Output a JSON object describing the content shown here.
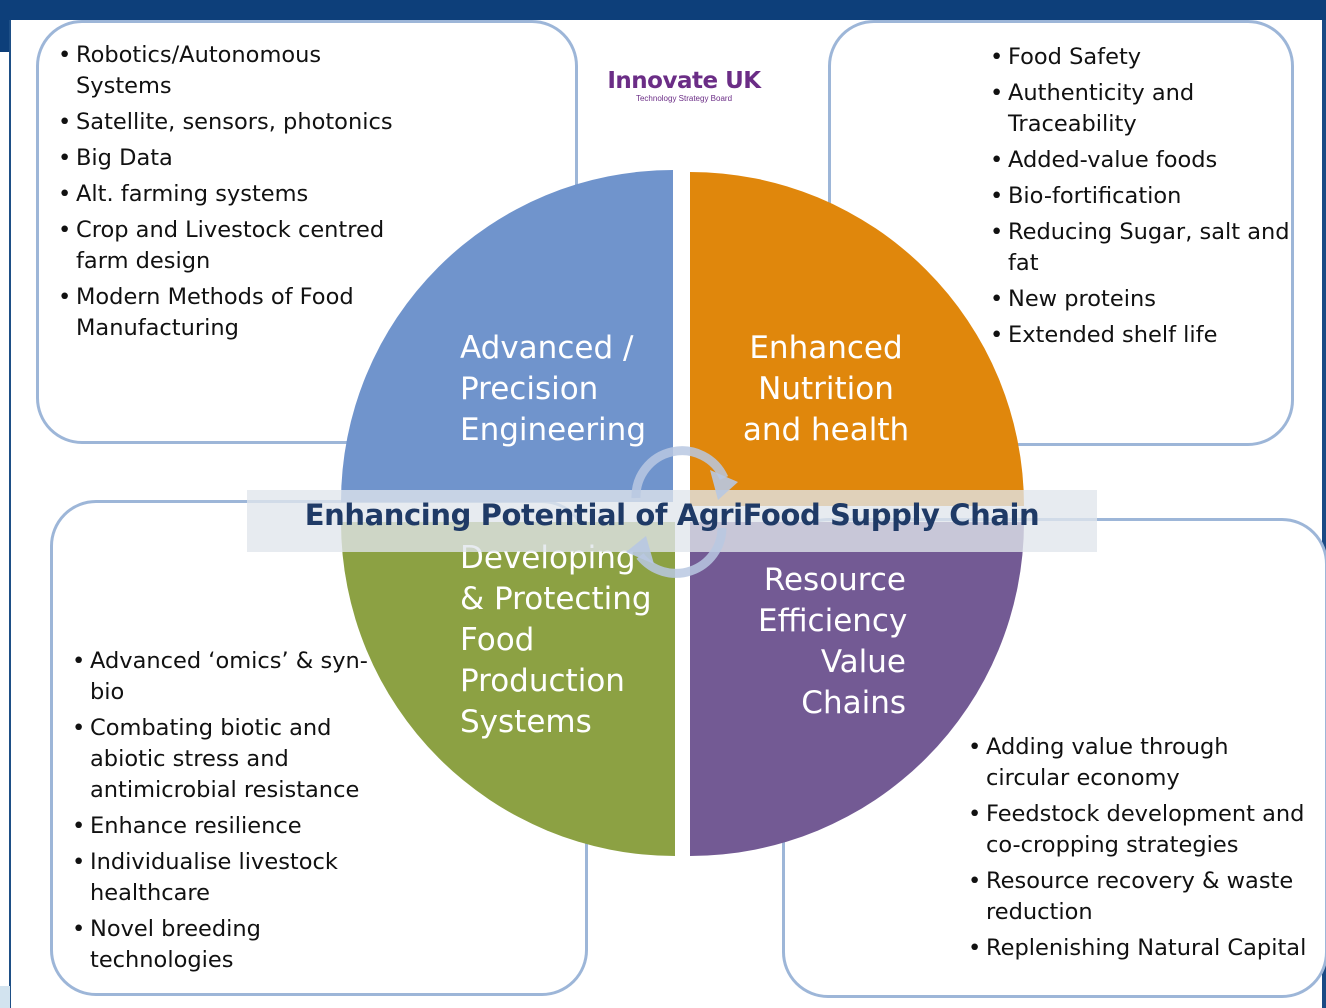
{
  "logo": {
    "name": "Innovate UK",
    "tagline": "Technology Strategy Board"
  },
  "banner": {
    "title": "Enhancing Potential of AgriFood Supply Chain"
  },
  "quadrants": {
    "top_left": {
      "label": "Advanced /\nPrecision\nEngineering",
      "color": "#7094cc"
    },
    "top_right": {
      "label": "Enhanced\nNutrition\nand health",
      "color": "#e0870c"
    },
    "bottom_left": {
      "label": "Developing\n& Protecting\nFood\nProduction\nSystems",
      "color": "#8ca143"
    },
    "bottom_right": {
      "label": "Resource\nEfficiency\nValue\nChains",
      "color": "#735a94"
    }
  },
  "boxes": {
    "top_left": {
      "items": [
        "Robotics/Autonomous Systems",
        "Satellite, sensors, photonics",
        "Big Data",
        "Alt. farming systems",
        "Crop and Livestock centred farm design",
        "Modern Methods of  Food Manufacturing"
      ]
    },
    "top_right": {
      "items": [
        "Food Safety",
        "Authenticity and Traceability",
        "Added-value foods",
        "Bio-fortification",
        "Reducing Sugar, salt and fat",
        "New proteins",
        "Extended shelf life"
      ]
    },
    "bottom_left": {
      "items": [
        "Advanced ‘omics’ & syn-bio",
        "Combating biotic and abiotic stress and antimicrobial resistance",
        " Enhance resilience",
        "Individualise livestock healthcare",
        "Novel breeding technologies"
      ]
    },
    "bottom_right": {
      "items": [
        "Adding value through circular economy",
        "Feedstock development and co-cropping strategies",
        "Resource recovery & waste reduction",
        "Replenishing Natural Capital"
      ]
    }
  },
  "colors": {
    "frame": "#0d3f7a",
    "box_border": "#9db6d8",
    "banner_text": "#1f3a66",
    "logo": "#6b2d86",
    "cycle_arrows": "#b8c8e2"
  }
}
